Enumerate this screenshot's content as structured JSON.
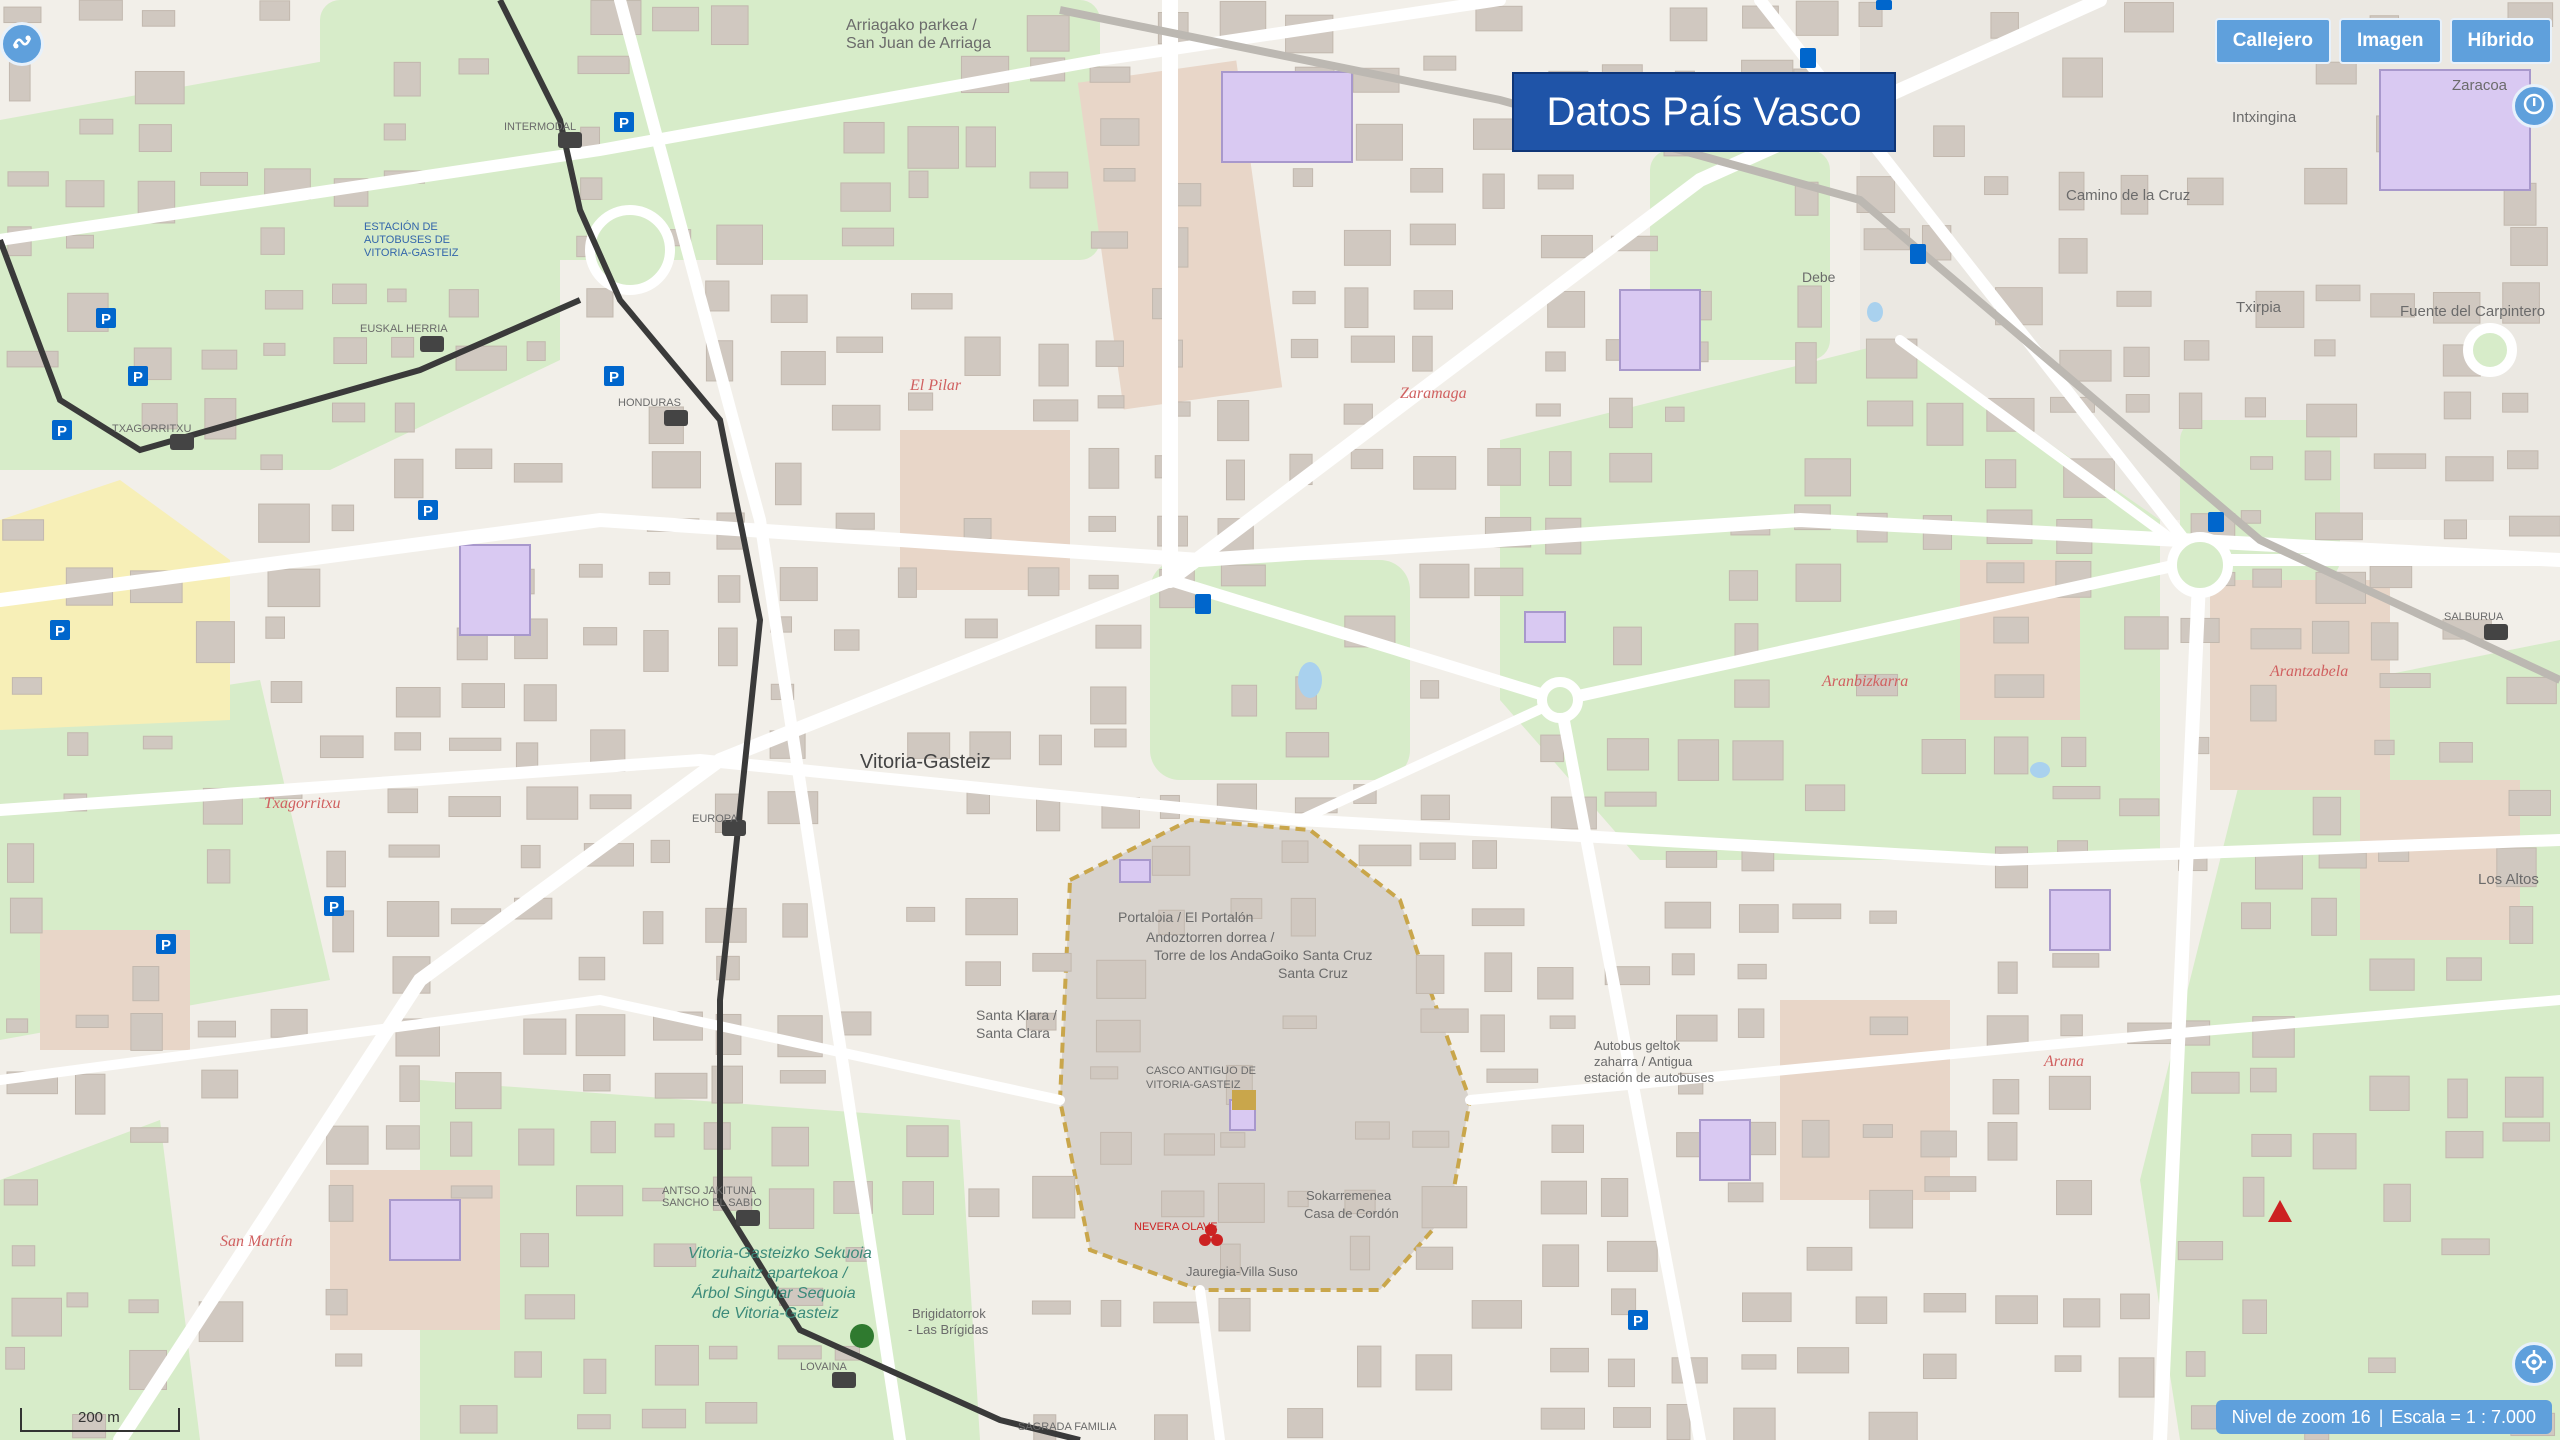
{
  "overlay": {
    "title": "Datos País Vasco"
  },
  "layers": {
    "street": "Callejero",
    "image": "Imagen",
    "hybrid": "Híbrido"
  },
  "status": {
    "zoom_text": "Nivel de zoom 16",
    "separator": "|",
    "scale_text": "Escala = 1 : 7.000"
  },
  "scale_bar": {
    "label": "200 m"
  },
  "map_labels": {
    "park": "Arriagako parkea /",
    "park2": "San Juan de Arriaga",
    "intermodal": "INTERMODAL",
    "bus_station_1": "ESTACIÓN DE",
    "bus_station_2": "AUTOBUSES DE",
    "bus_station_3": "VITORIA-GASTEIZ",
    "euskal_herria": "EUSKAL HERRIA",
    "txagorritxu_stop": "TXAGORRITXU",
    "honduras": "HONDURAS",
    "city": "Vitoria-Gasteiz",
    "europa": "EUROPA",
    "debe": "Debe",
    "camino": "Camino de la Cruz",
    "intxingina": "Intxingina",
    "txirpia": "Txirpia",
    "fuente": "Fuente del Carpintero",
    "zaracoa": "Zaracoa",
    "salburua": "SALBURUA",
    "los_altos": "Los Altos",
    "portaloia_1": "Portaloia / El Portalón",
    "portaloia_2": "Andoztorren dorrea /",
    "portaloia_3": "Torre de los Anda",
    "goiko_1": "Goiko Santa Cruz",
    "goiko_2": "Santa Cruz",
    "klara_1": "Santa Klara /",
    "klara_2": "Santa Clara",
    "casco_1": "CASCO ANTIGUO DE",
    "casco_2": "VITORIA-GASTEIZ",
    "nevera": "NEVERA OLAVE",
    "villasuso": "Jauregia-Villa Suso",
    "sokarra_1": "Sokarremenea",
    "sokarra_2": "Casa de Cordón",
    "autobus_1": "Autobus geltok",
    "autobus_2": "zaharra / Antigua",
    "autobus_3": "estación de autobuses",
    "antso_1": "ANTSO JAKITUNA",
    "antso_2": "SANCHO EL SABIO",
    "secuoya_1": "Vitoria-Gasteizko Sekuoia",
    "secuoya_2": "zuhaitz apartekoa /",
    "secuoya_3": "Árbol Singular Sequoia",
    "secuoya_4": "de Vitoria-Gasteiz",
    "brigida_1": "Brigidatorrok",
    "brigida_2": "- Las Brígidas",
    "lovaina": "LOVAINA",
    "sagrada": "SAGRADA FAMILIA"
  },
  "districts": {
    "el_pilar": "El Pilar",
    "zaramaga": "Zaramaga",
    "arantzabela": "Arantzabela",
    "aranbizkarra": "Aranbizkarra",
    "txagorritxu": "Txagorritxu",
    "arana": "Arana",
    "san_martin": "San Martín"
  },
  "colors": {
    "accent": "#5fa0dc",
    "overlay_bg": "#1f54a8",
    "map_bg": "#f2efe9",
    "park": "#d7ecc9",
    "residential": "#e8d6c8",
    "building": "#d0c8c0",
    "purple": "#d9c9f2",
    "railway": "#3a3a3a",
    "district_label": "#d06060"
  },
  "icons": [
    "layers-icon",
    "compass-icon",
    "locate-icon",
    "parking-icon",
    "fuel-icon",
    "tram-icon"
  ]
}
